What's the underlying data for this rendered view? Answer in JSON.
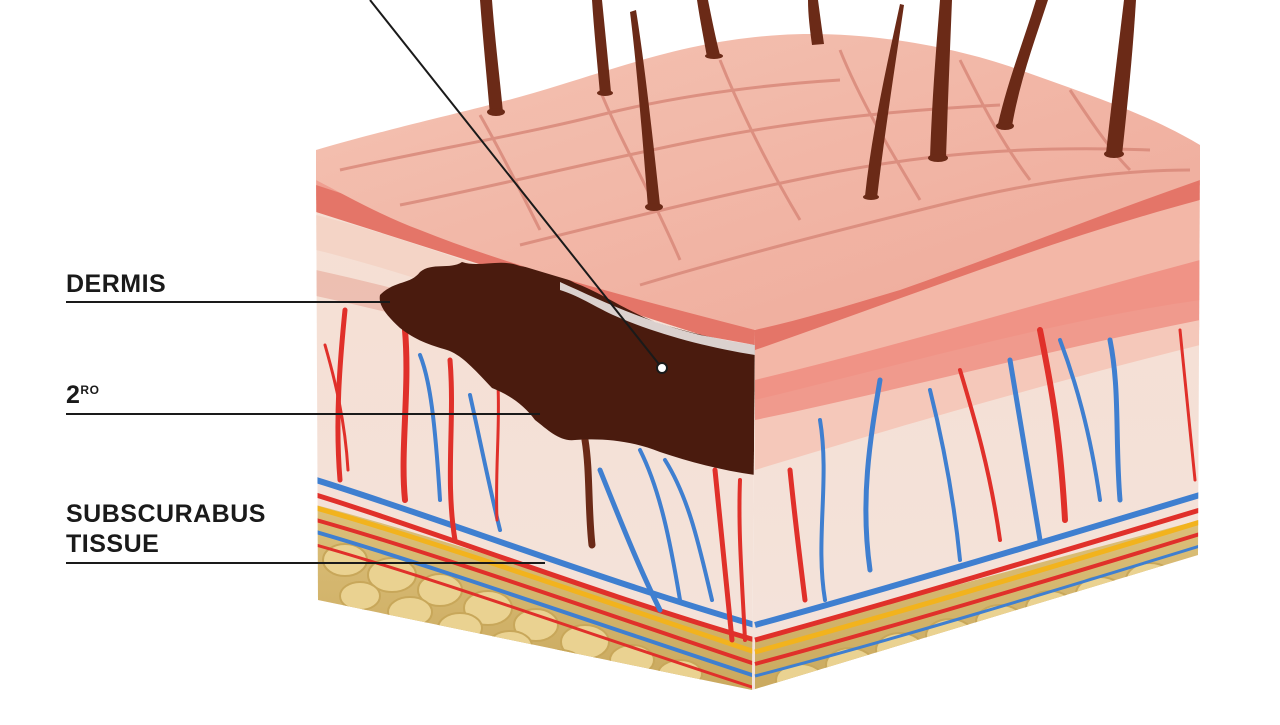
{
  "labels": {
    "dermis": "DERMIS",
    "burn_degree_main": "2",
    "burn_degree_suffix": "RO",
    "subcutaneous_line1": "SUBSCURABUS",
    "subcutaneous_line2": "TISSUE"
  },
  "colors": {
    "epidermis": "#f2b8a6",
    "epidermis_dark": "#e27f72",
    "dermis": "#f7e4da",
    "dermis_band": "#ef8d80",
    "fat": "#d9bb6e",
    "fat_cell": "#e9d08e",
    "burn": "#4a1b0e",
    "hair": "#6b2a17",
    "artery": "#e0302a",
    "vein": "#3f7fd0",
    "nerve": "#f2b31d"
  }
}
